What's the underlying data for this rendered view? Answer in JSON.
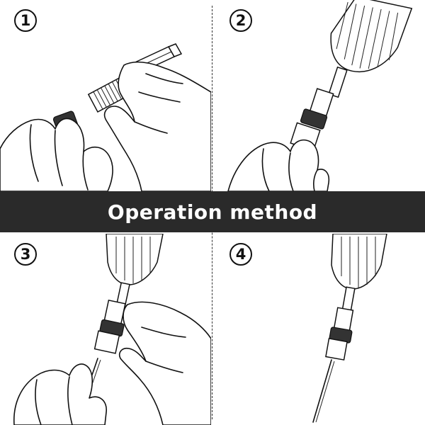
{
  "title": "Operation method",
  "steps": [
    {
      "number": "1",
      "icon": "hands-inserting-bit-illustration"
    },
    {
      "number": "2",
      "icon": "drill-chuck-with-adapter-illustration"
    },
    {
      "number": "3",
      "icon": "hands-inserting-drill-bit-illustration"
    },
    {
      "number": "4",
      "icon": "drill-with-bit-mounted-illustration"
    }
  ],
  "colors": {
    "band": "#2a2a2a",
    "band_text": "#ffffff",
    "ink": "#111111"
  }
}
